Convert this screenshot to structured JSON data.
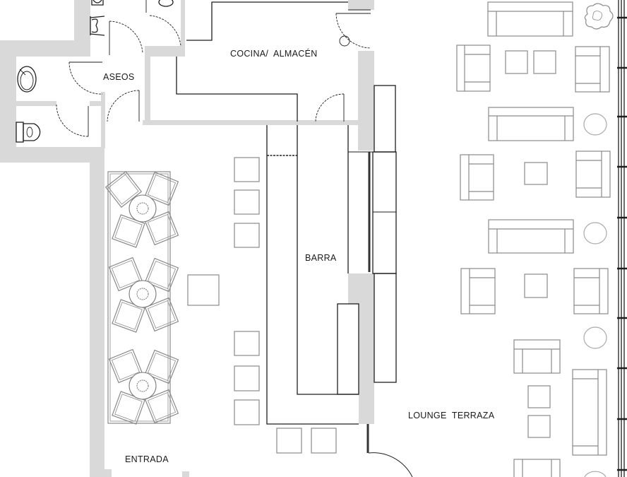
{
  "plan": {
    "rooms": {
      "aseos": "ASEOS",
      "cocina": "COCINA/  ALMACÉN",
      "barra": "BARRA",
      "lounge": "LOUNGE  TERRAZA",
      "entrada": "ENTRADA"
    },
    "colors": {
      "wall_fill": "#d9d9d9",
      "line": "#1e1e1e",
      "furniture": "#8a8a8a"
    }
  }
}
